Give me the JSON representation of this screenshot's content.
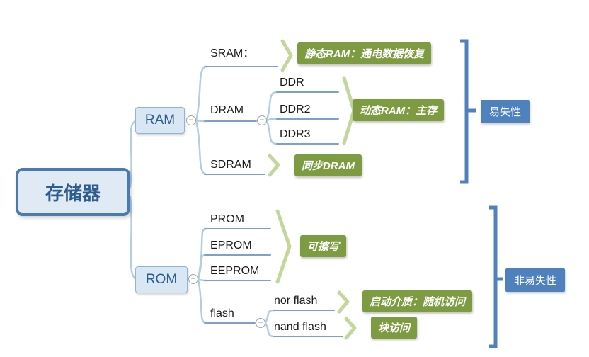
{
  "colors": {
    "accent_blue": "#4f81bd",
    "node_fill": "#d9e7f5",
    "node_border": "#8fb4d9",
    "root_border": "#4a7bb0",
    "node_text": "#2d5c8e",
    "summary_green": "#7d9c42",
    "brace_green": "#c3d69b",
    "connector_blue": "#b3cde3",
    "underline_blue": "#7da2c9"
  },
  "icons": {
    "collapse_glyph": "−"
  },
  "root": {
    "label": "存储器"
  },
  "ram_branch": {
    "node_label": "RAM",
    "sram": {
      "label": "SRAM：",
      "summary": "静态RAM：通电数据恢复"
    },
    "dram": {
      "label": "DRAM",
      "children": [
        {
          "label": "DDR"
        },
        {
          "label": "DDR2"
        },
        {
          "label": "DDR3"
        }
      ],
      "summary": "动态RAM：主存"
    },
    "sdram": {
      "label": "SDRAM",
      "summary": "同步DRAM"
    },
    "category_label": "易失性"
  },
  "rom_branch": {
    "node_label": "ROM",
    "prom": {
      "label": "PROM"
    },
    "eprom": {
      "label": "EPROM"
    },
    "eeprom": {
      "label": "EEPROM"
    },
    "erasable_summary": "可擦写",
    "flash": {
      "label": "flash",
      "nor": {
        "label": "nor flash",
        "summary": "启动介质：随机访问"
      },
      "nand": {
        "label": "nand flash",
        "summary": "块访问"
      }
    },
    "category_label": "非易失性"
  }
}
